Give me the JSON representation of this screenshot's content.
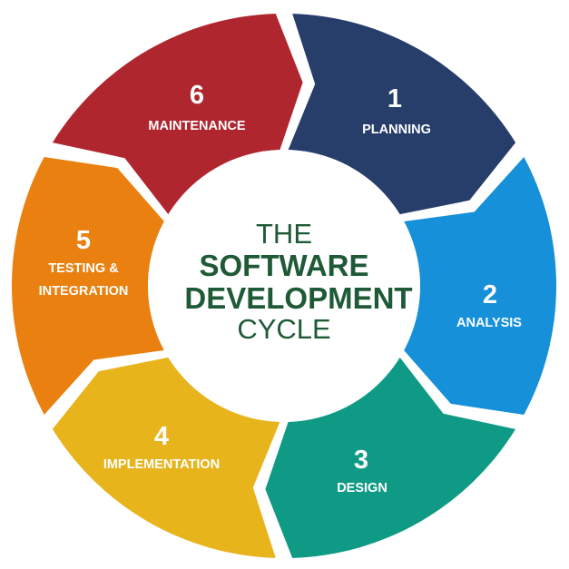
{
  "center": {
    "line1": "THE",
    "line2": "SOFTWARE",
    "line3": "DEVELOPMENT",
    "line4": "CYCLE",
    "text_color": "#1f5a37"
  },
  "steps": [
    {
      "number": "1",
      "label": "PLANNING",
      "color": "#b0262f"
    },
    {
      "number": "2",
      "label": "ANALYSIS",
      "color": "#273d6a"
    },
    {
      "number": "3",
      "label": "DESIGN",
      "color": "#1590d9"
    },
    {
      "number": "4",
      "label": "IMPLEMENTATION",
      "color": "#0f9a85"
    },
    {
      "number": "5",
      "label": "TESTING &",
      "label2": "INTEGRATION",
      "color": "#e8b41c"
    },
    {
      "number": "6",
      "label": "MAINTENANCE",
      "color": "#e9800f"
    }
  ]
}
